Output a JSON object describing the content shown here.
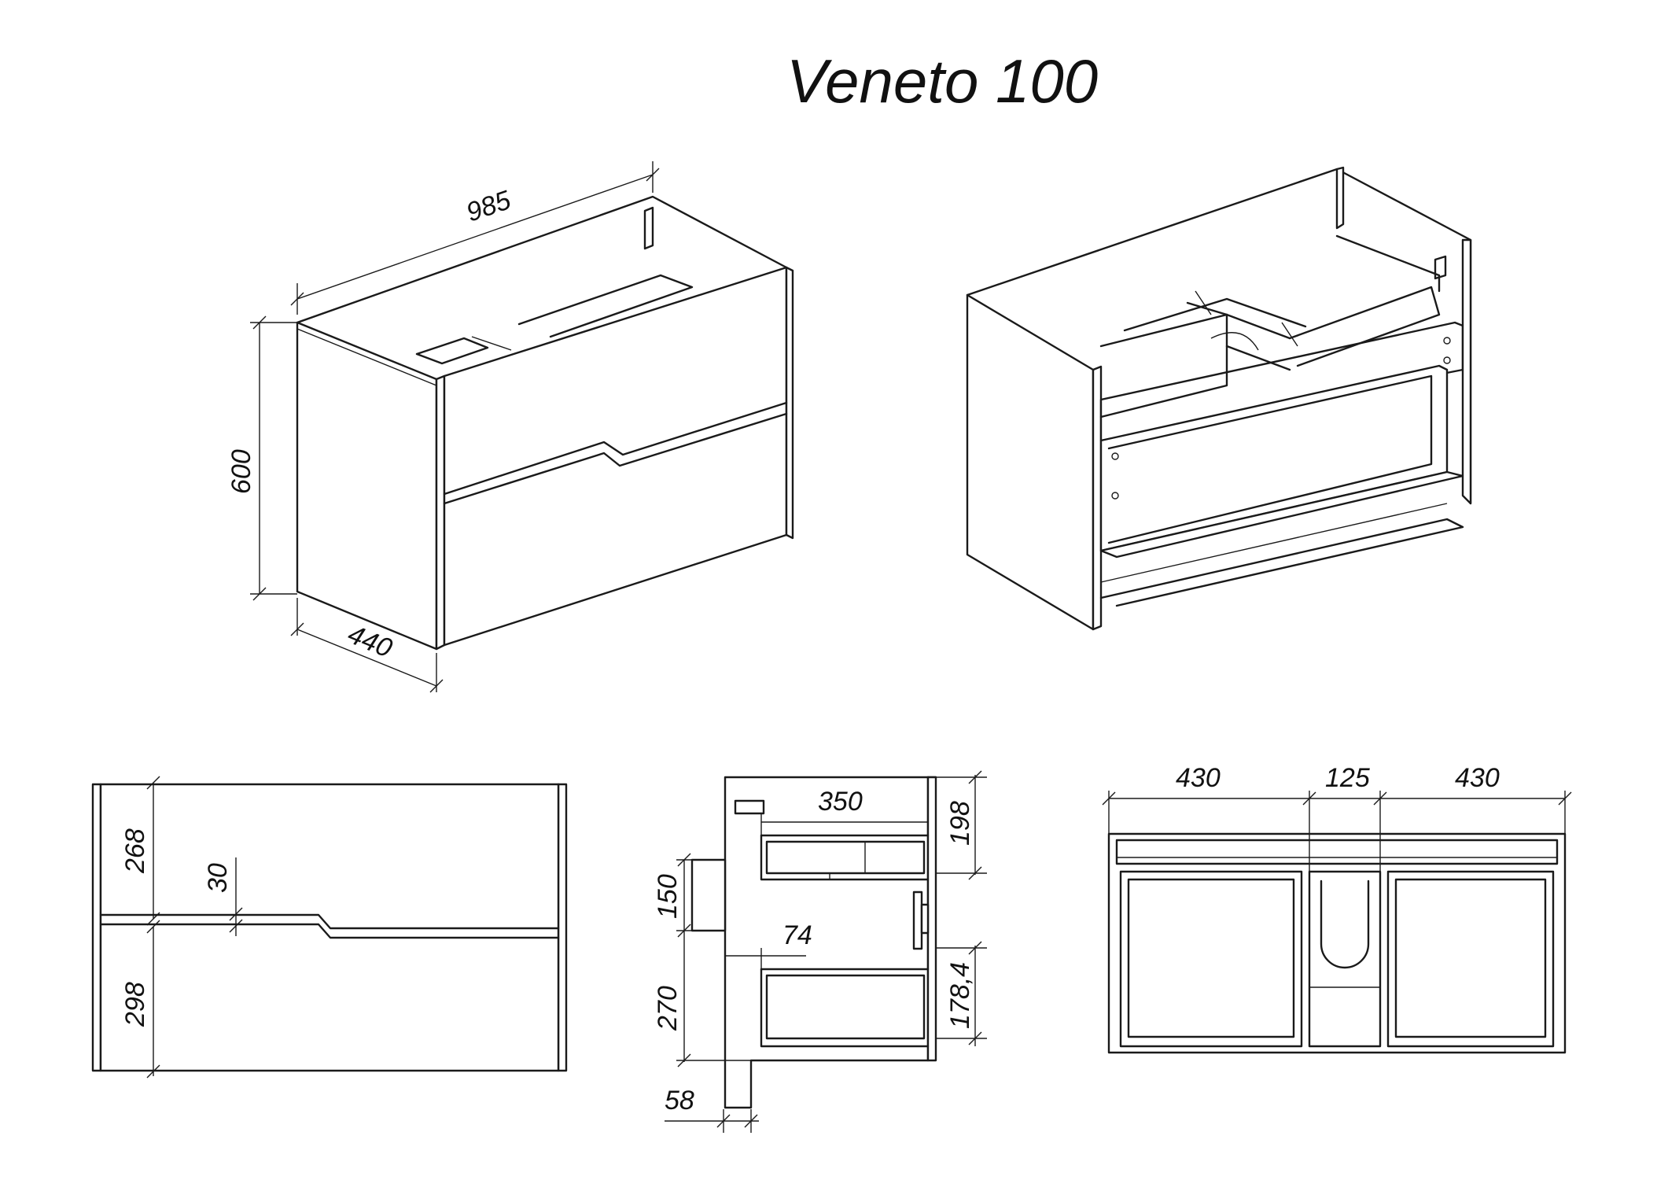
{
  "title": "Veneto 100",
  "dimensions": {
    "overall_width": "985",
    "overall_height": "600",
    "overall_depth": "440",
    "front_upper_drawer": "268",
    "front_lower_drawer": "298",
    "front_notch": "30",
    "side_upper_drawer_depth": "350",
    "side_upper_drawer_height": "198",
    "side_panel_height": "150",
    "side_lower_drawer_offset": "74",
    "side_lower_drawer_height": "178,4",
    "side_lower_section": "270",
    "side_plinth": "58",
    "top_left": "430",
    "top_middle": "125",
    "top_right": "430"
  },
  "colors": {
    "line": "#1a1a1a",
    "background": "#ffffff"
  }
}
